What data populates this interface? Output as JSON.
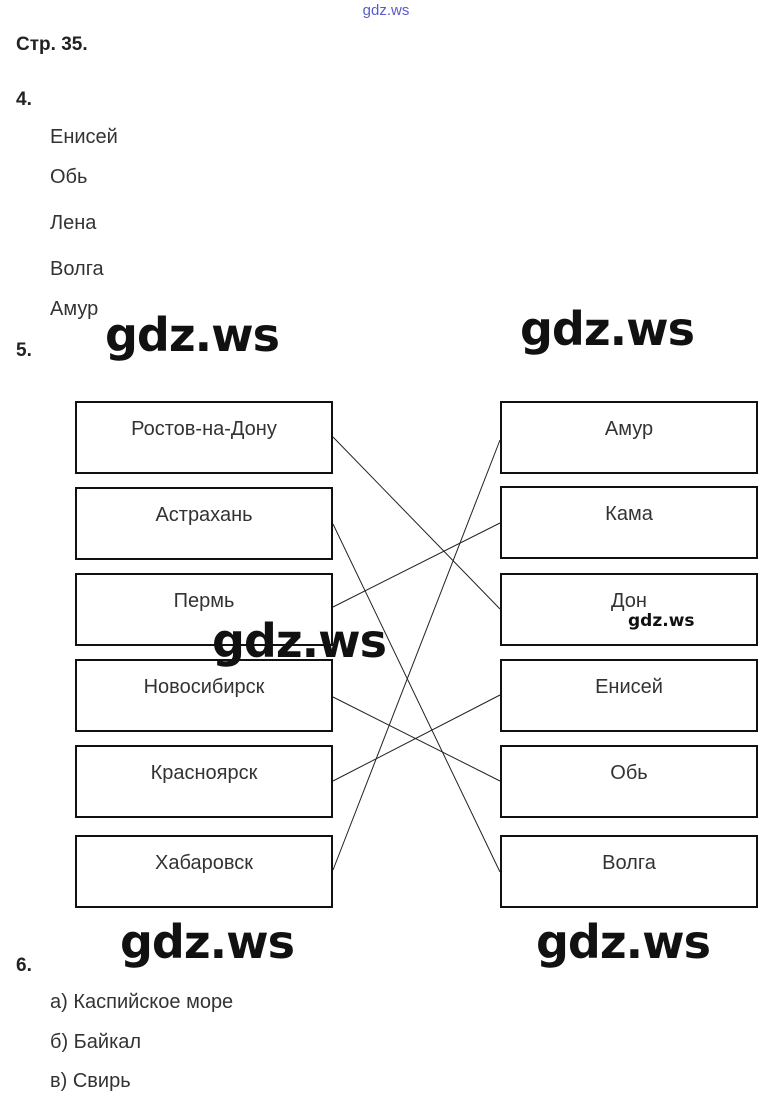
{
  "watermark_top": "gdz.ws",
  "watermark": "gdz.ws",
  "page_label": "Стр. 35.",
  "task4": {
    "number": "4.",
    "items": [
      "Енисей",
      "Обь",
      "Лена",
      "Волга",
      "Амур"
    ]
  },
  "task5": {
    "number": "5.",
    "cities": [
      "Ростов-на-Дону",
      "Астрахань",
      "Пермь",
      "Новосибирск",
      "Красноярск",
      "Хабаровск"
    ],
    "rivers": [
      "Амур",
      "Кама",
      "Дон",
      "Енисей",
      "Обь",
      "Волга"
    ],
    "connections": [
      {
        "city": "Ростов-на-Дону",
        "river": "Дон"
      },
      {
        "city": "Астрахань",
        "river": "Волга"
      },
      {
        "city": "Пермь",
        "river": "Кама"
      },
      {
        "city": "Новосибирск",
        "river": "Обь"
      },
      {
        "city": "Красноярск",
        "river": "Енисей"
      },
      {
        "city": "Хабаровск",
        "river": "Амур"
      }
    ]
  },
  "task6": {
    "number": "6.",
    "items": [
      "а) Каспийское море",
      "б) Байкал",
      "в) Свирь"
    ]
  }
}
